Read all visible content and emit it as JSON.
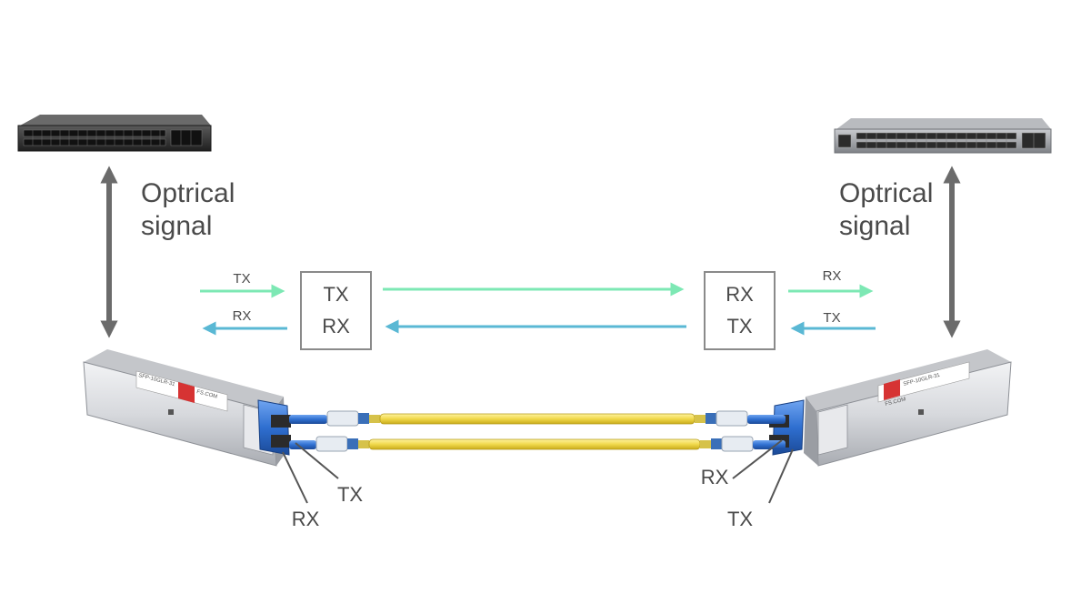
{
  "colors": {
    "tx_arrow": "#7de8b4",
    "rx_arrow": "#5ab8d4",
    "gray_arrow": "#6b6b6b",
    "box_border": "#8a8a8a",
    "fiber": "#f0d84a",
    "connector": "#2f6fd0",
    "label_red": "#d63333",
    "switch_dark": "#2a2a2a",
    "switch_light": "#9a9ca0"
  },
  "left": {
    "signal_line1": "Optrical",
    "signal_line2": "signal",
    "arrow_tx_label": "TX",
    "arrow_rx_label": "RX",
    "box_top": "TX",
    "box_bottom": "RX",
    "fiber_rx": "RX",
    "fiber_tx": "TX",
    "module_brand": "FS.COM",
    "module_part": "SFP-10GLR-31"
  },
  "right": {
    "signal_line1": "Optrical",
    "signal_line2": "signal",
    "arrow_rx_label": "RX",
    "arrow_tx_label": "TX",
    "box_top": "RX",
    "box_bottom": "TX",
    "fiber_rx": "RX",
    "fiber_tx": "TX",
    "module_brand": "FS.COM",
    "module_part": "SFP-10GLR-31"
  }
}
